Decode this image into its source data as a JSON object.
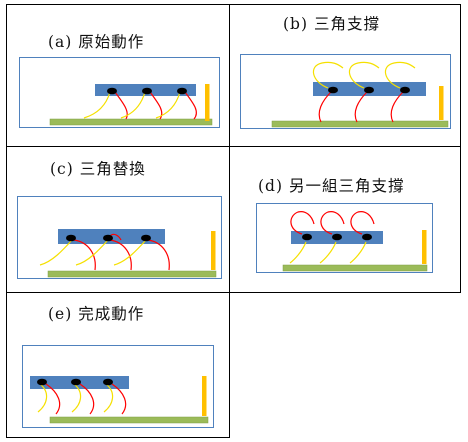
{
  "panels": [
    {
      "id": "a",
      "label": "(a)  原始動作"
    },
    {
      "id": "b",
      "label": "(b)  三角支撐"
    },
    {
      "id": "c",
      "label": "(c)  三角替換"
    },
    {
      "id": "d",
      "label": "(d)  另一組三角支撐"
    },
    {
      "id": "e",
      "label": "(e)  完成動作"
    }
  ],
  "colors": {
    "frame": "#4f81bd",
    "body": "#4f81bd",
    "ground": "#9bbb59",
    "wall": "#ffc000",
    "leg_red": "#ff0000",
    "leg_yellow": "#f5e000",
    "grid": "#000000"
  }
}
